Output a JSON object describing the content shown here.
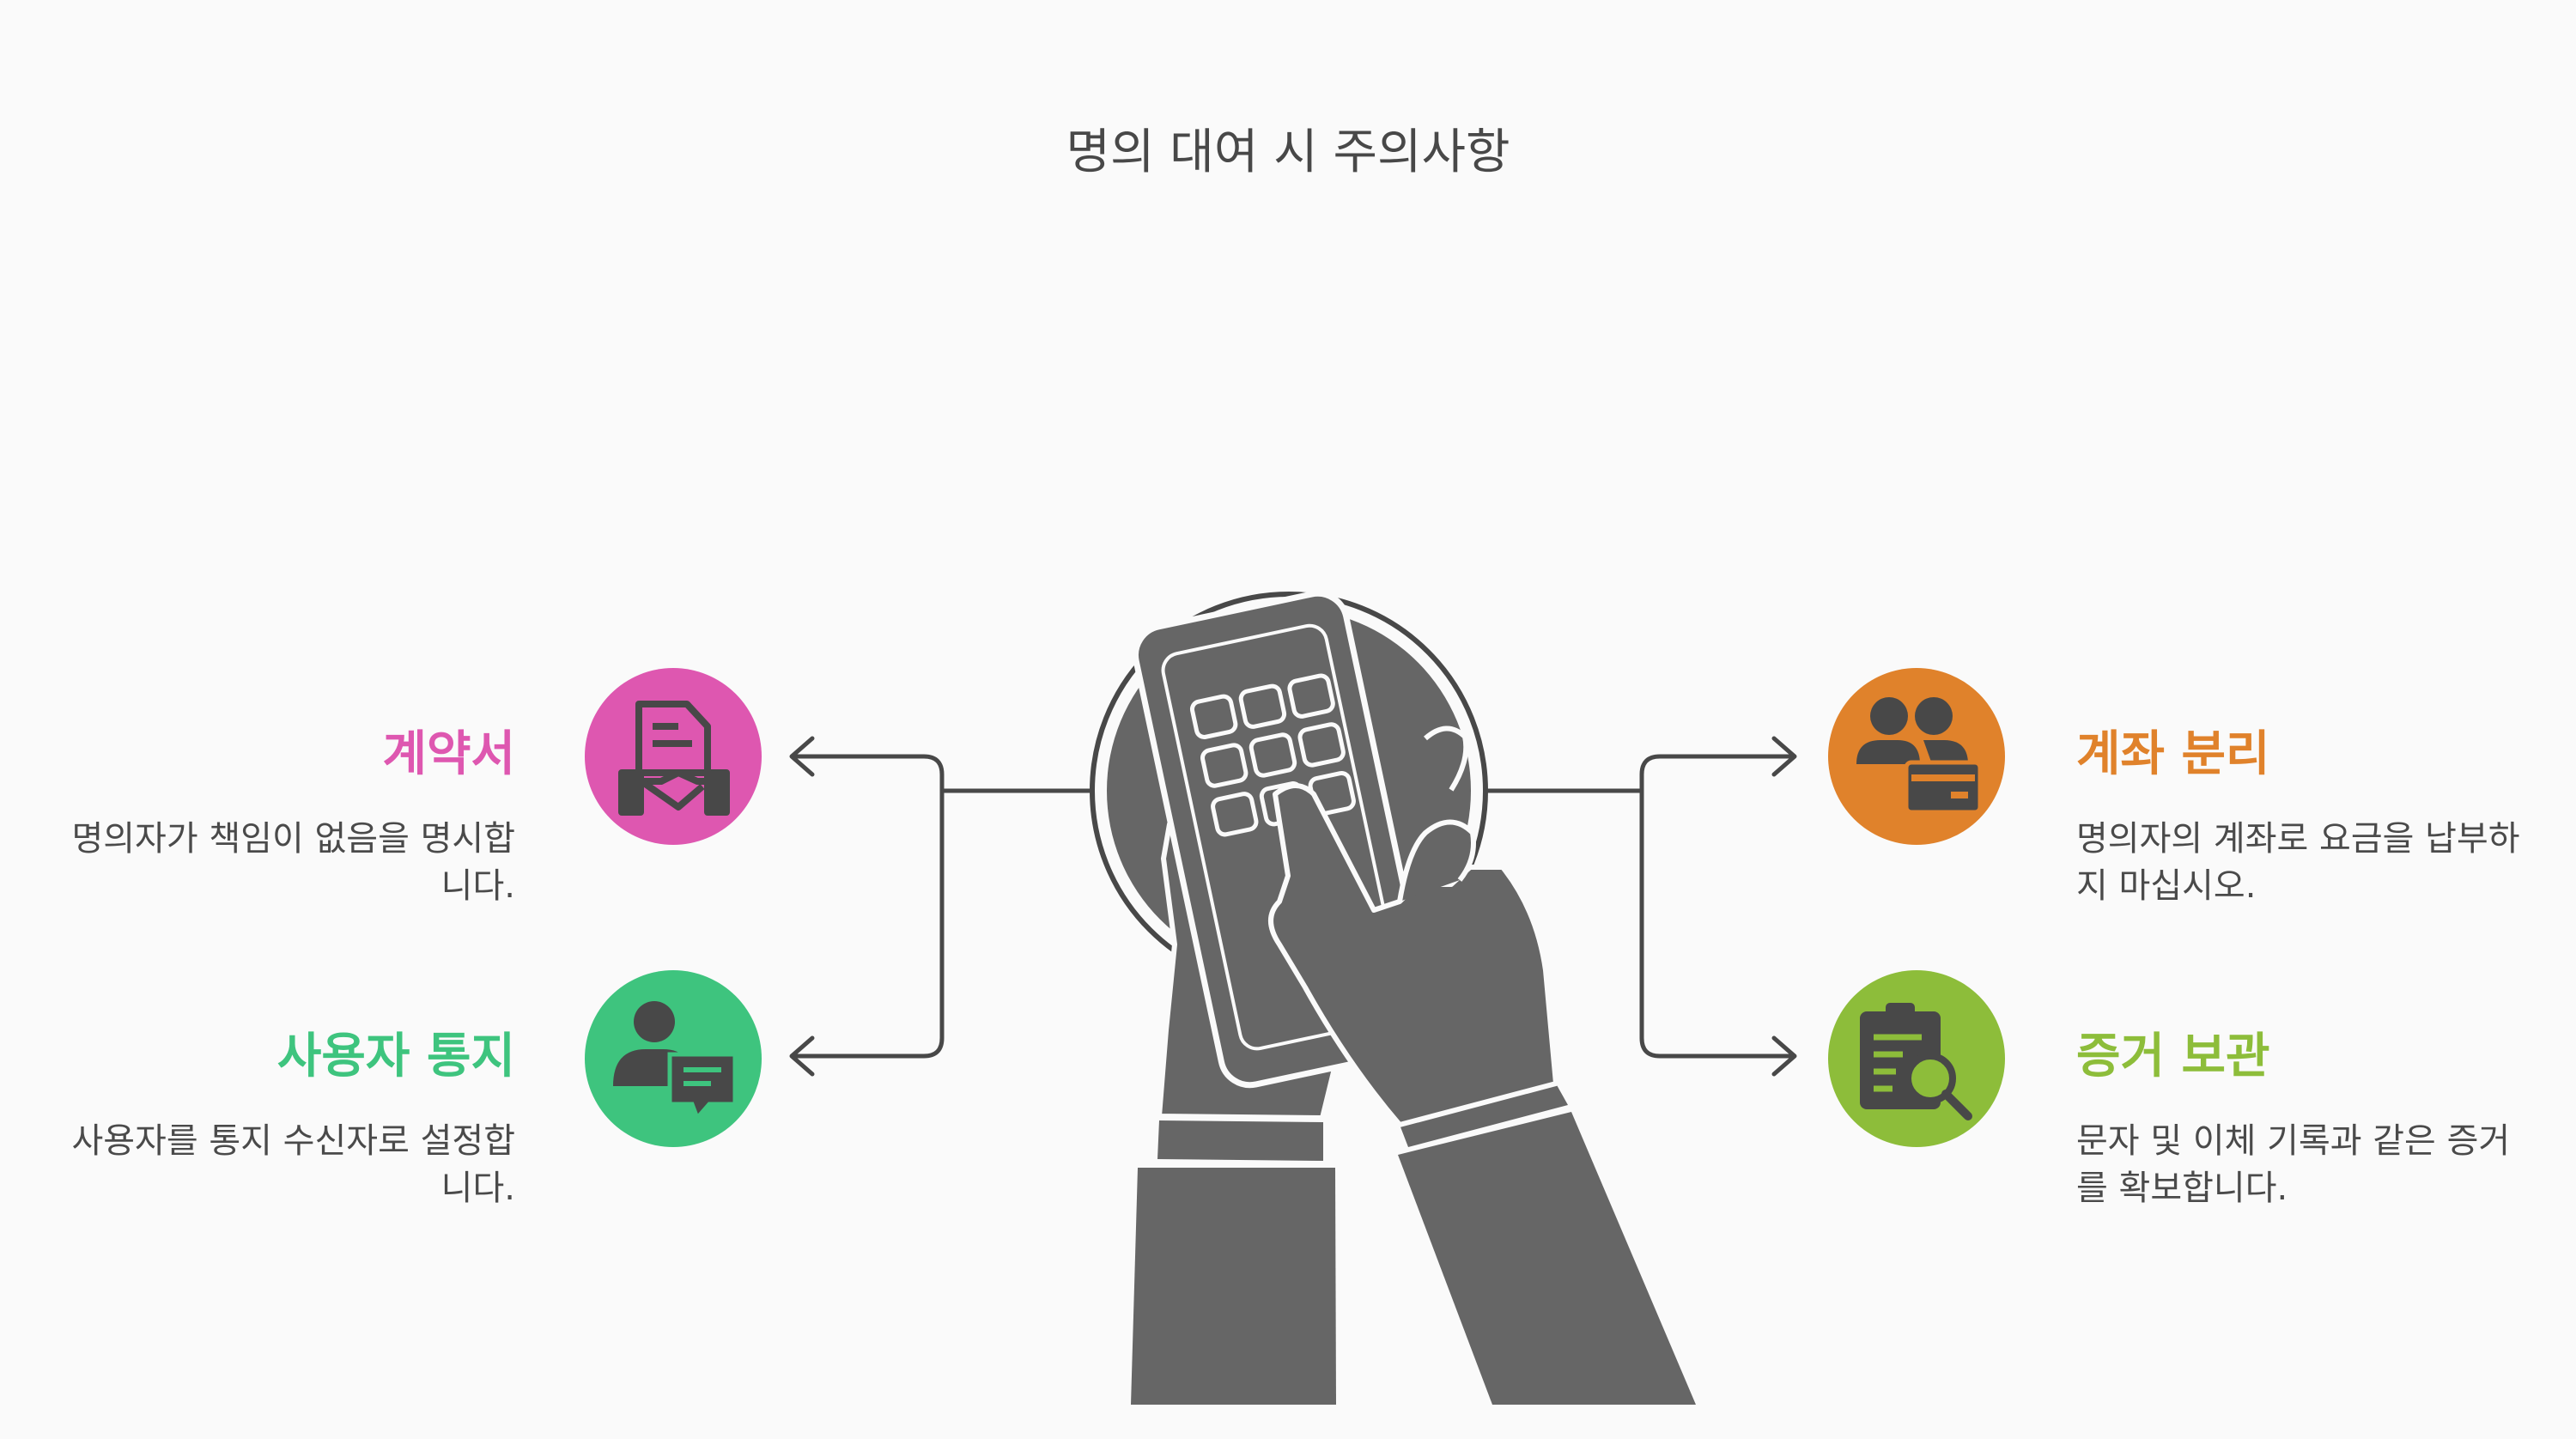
{
  "title": "명의 대여 시 주의사항",
  "colors": {
    "contract": "#de57b0",
    "notify": "#3ec47e",
    "account": "#e0822b",
    "evidence": "#8dbd3a",
    "ink": "#666666",
    "line": "#484848"
  },
  "items": {
    "contract": {
      "title": "계약서",
      "desc": "명의자가 책임이 없음을 명시합니다.",
      "icon": "contract-handshake-icon"
    },
    "notify": {
      "title": "사용자 통지",
      "desc": "사용자를 통지 수신자로 설정합니다.",
      "icon": "user-message-icon"
    },
    "account": {
      "title": "계좌 분리",
      "desc": "명의자의 계좌로 요금을 납부하지 마십시오.",
      "icon": "users-card-icon"
    },
    "evidence": {
      "title": "증거 보관",
      "desc": "문자 및 이체 기록과 같은 증거를 확보합니다.",
      "icon": "clipboard-search-icon"
    }
  },
  "center": {
    "icon": "hands-phone-keypad-icon"
  }
}
